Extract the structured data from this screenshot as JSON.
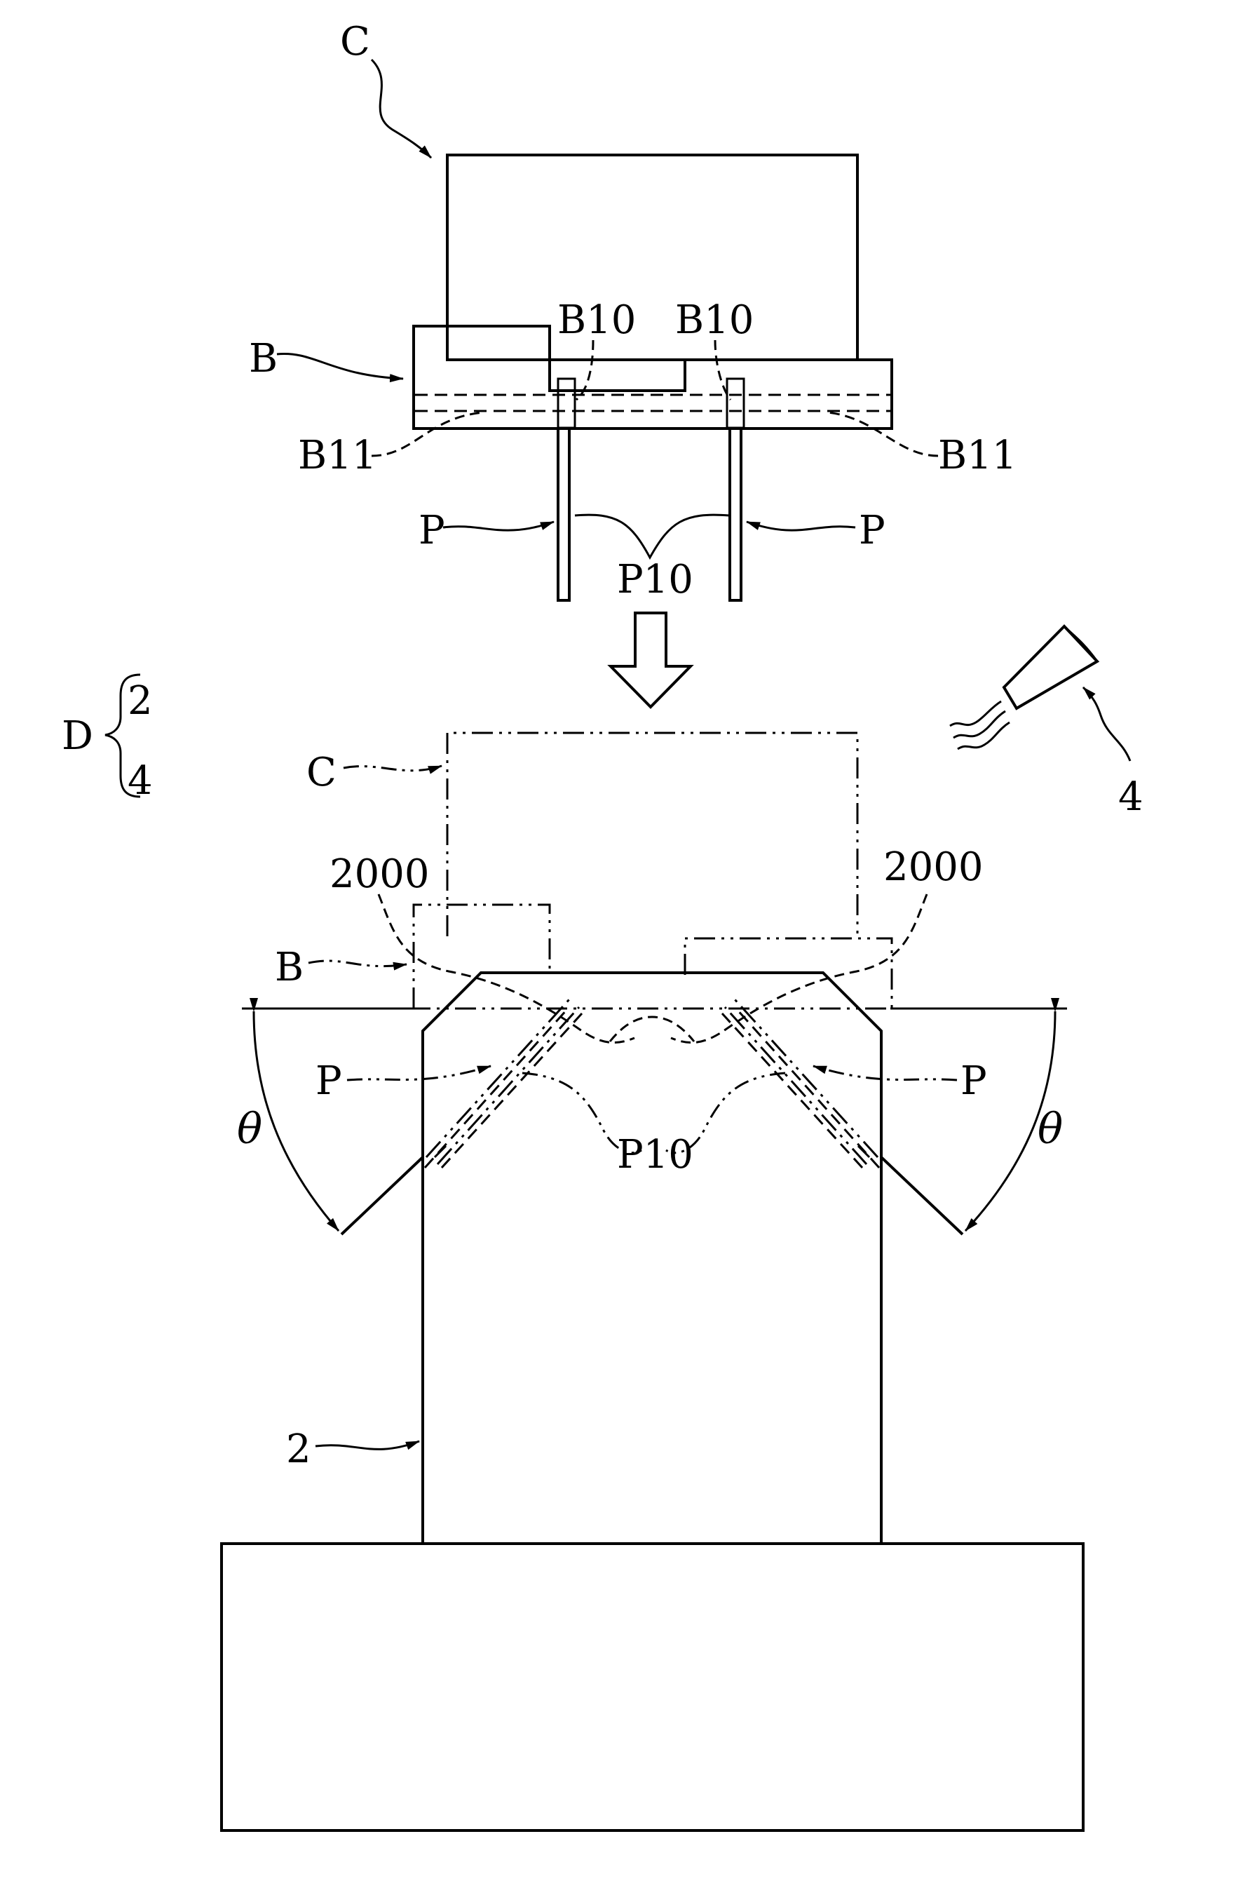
{
  "labels": {
    "c_top": "C",
    "b_top": "B",
    "b10_left": "B10",
    "b10_right": "B10",
    "b11_left": "B11",
    "b11_right": "B11",
    "p_left_top": "P",
    "p_right_top": "P",
    "p10_top": "P10",
    "d": "D",
    "d_item_1": "2",
    "d_item_2": "4",
    "c_bottom": "C",
    "label_4": "4",
    "n2000_left": "2000",
    "n2000_right": "2000",
    "b_bottom": "B",
    "p_left_bottom": "P",
    "p_right_bottom": "P",
    "p10_bottom": "P10",
    "theta_left": "θ",
    "theta_right": "θ",
    "label_2": "2"
  }
}
